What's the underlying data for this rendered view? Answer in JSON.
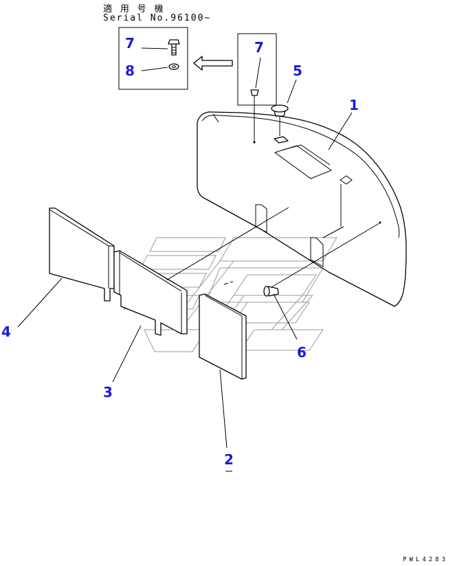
{
  "header": {
    "applicability_label": "適 用 号 機",
    "serial_label": "Serial No.96100~"
  },
  "callouts": {
    "p1": "1",
    "p2": "2",
    "p3": "3",
    "p4": "4",
    "p5": "5",
    "p6": "6",
    "p7_inset": "7",
    "p7_main": "7",
    "p8": "8"
  },
  "drawing_code": "PWL4283",
  "colors": {
    "callout": "#1a1adb",
    "line": "#000000",
    "watermark": "#9a9a9a"
  }
}
